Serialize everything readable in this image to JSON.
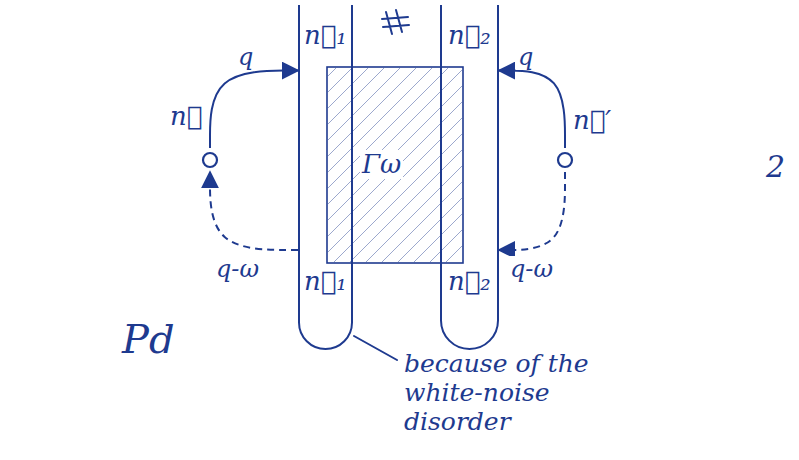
{
  "diagram": {
    "nodes": [
      {
        "text": [
          "n⃗"
        ]
      },
      {
        "text": [
          "n⃗₁",
          "n⃗₁"
        ]
      },
      {
        "text": [
          "Γω"
        ]
      },
      {
        "text": [
          "n⃗₂",
          "n⃗₂"
        ]
      },
      {
        "text": [
          "n⃗′"
        ]
      }
    ],
    "edges": [
      {
        "from": 0,
        "to": 1,
        "arrow": "to",
        "label": "q"
      },
      {
        "from": 1,
        "to": 0,
        "arrow": "to",
        "label": "q-ω"
      },
      {
        "from": 4,
        "to": 3,
        "arrow": "to",
        "label": "q"
      },
      {
        "from": 4,
        "to": 3,
        "arrow": "to",
        "label": "q-ω"
      }
    ],
    "labels": [
      "Pd",
      "2",
      "because of the white-noise disorder"
    ]
  }
}
